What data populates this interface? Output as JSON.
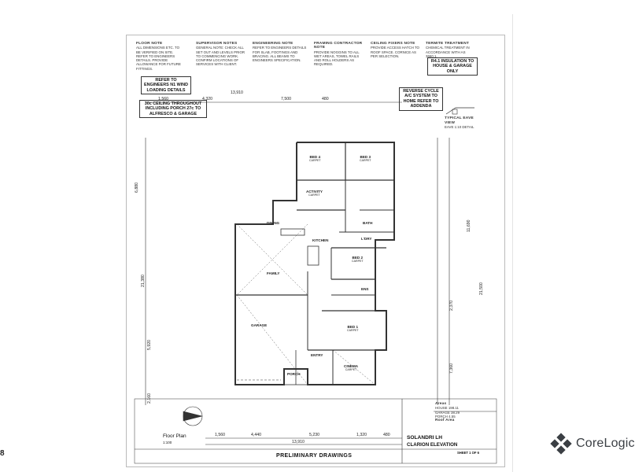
{
  "page_number": "8",
  "brand": {
    "name": "CoreLogic",
    "icon": "corelogic-diamond-icon"
  },
  "notes": [
    {
      "heading": "FLOOR NOTE",
      "body": "ALL DIMENSIONS ETC. TO BE VERIFIED ON SITE. REFER TO ENGINEERS DETAILS. PROVIDE ALLOWANCE FOR FUTURE FITTINGS."
    },
    {
      "heading": "SUPERVISOR NOTES",
      "body": "GENERAL NOTE: CHECK ALL SET OUT AND LEVELS PRIOR TO COMMENCING WORK. CONFIRM LOCATIONS OF SERVICES WITH CLIENT."
    },
    {
      "heading": "ENGINEERING NOTE",
      "body": "REFER TO ENGINEERS DETAILS FOR SLAB, FOOTINGS AND BRACING. ALL BEAMS TO ENGINEERS SPECIFICATION."
    },
    {
      "heading": "FRAMING CONTRACTOR NOTE",
      "body": "PROVIDE NOGGINS TO ALL WET AREAS, TOWEL RAILS AND ROLL HOLDERS AS REQUIRED."
    },
    {
      "heading": "CEILING FIXERS NOTE",
      "body": "PROVIDE ACCESS HATCH TO ROOF SPACE. CORNICE AS PER SELECTION."
    },
    {
      "heading": "TERMITE TREATMENT",
      "body": "CHEMICAL TREATMENT IN ACCORDANCE WITH AS 3660.1."
    }
  ],
  "callouts": {
    "wind": "REFER TO ENGINEERS N1 WIND LOADING DETAILS",
    "ceiling": "30c CEILING THROUGHOUT INCLUDING PORCH 27c TO ALFRESCO & GARAGE",
    "insulation": "R4.1 INSULATION TO HOUSE & GARAGE ONLY",
    "cooling": "REVERSE CYCLE A/C SYSTEM TO HOME REFER TO ADDENDA",
    "eave": "TYPICAL EAVE VIEW",
    "eave_note": "EAVE 1:10 DETAIL",
    "legend_note": "PRELIMINARY DRAWINGS"
  },
  "dimensions": {
    "top": [
      "1,560",
      "4,320",
      "7,500",
      "480"
    ],
    "top_total": "13,910",
    "bottom": [
      "1,560",
      "4,440",
      "5,230",
      "1,320",
      "480"
    ],
    "bottom_total": "13,910",
    "left": [
      "6,880",
      "21,380",
      "5,920",
      "2,160"
    ],
    "right": [
      "11,690",
      "21,500",
      "2,370",
      "7,360"
    ]
  },
  "rooms": [
    {
      "name": "BED 4",
      "sub": "CARPET"
    },
    {
      "name": "BED 3",
      "sub": "CARPET"
    },
    {
      "name": "ACTIVITY",
      "sub": "CARPET"
    },
    {
      "name": "BED 2",
      "sub": "CARPET"
    },
    {
      "name": "DINING",
      "sub": ""
    },
    {
      "name": "KITCHEN",
      "sub": ""
    },
    {
      "name": "FAMILY",
      "sub": ""
    },
    {
      "name": "L'DRY",
      "sub": ""
    },
    {
      "name": "ENS",
      "sub": ""
    },
    {
      "name": "BED 1",
      "sub": "CARPET"
    },
    {
      "name": "GARAGE",
      "sub": ""
    },
    {
      "name": "ENTRY",
      "sub": ""
    },
    {
      "name": "PORCH",
      "sub": ""
    },
    {
      "name": "CINEMA",
      "sub": "CARPET"
    },
    {
      "name": "BATH",
      "sub": ""
    }
  ],
  "title_block": {
    "drawing": "Floor Plan",
    "scale": "1:100",
    "project": "SOLANDRI LH",
    "elevation": "CLARION ELEVATION",
    "sheet": "SHEET 1 OF 6",
    "area_heading": "Areas",
    "areas": [
      {
        "label": "HOUSE",
        "value": "198.11"
      },
      {
        "label": "GARAGE",
        "value": "38.29"
      },
      {
        "label": "PORCH",
        "value": "4.55"
      }
    ],
    "roof_heading": "Roof Area"
  }
}
